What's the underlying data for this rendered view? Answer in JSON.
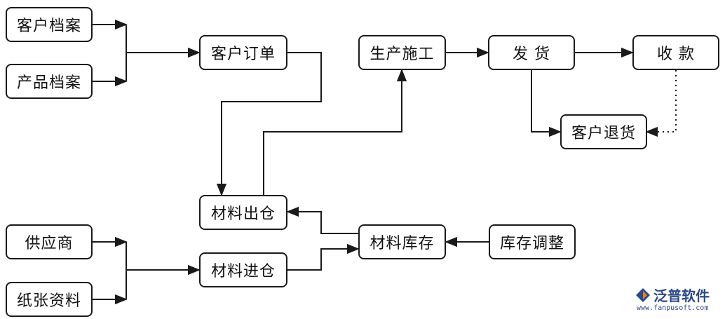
{
  "nodes": {
    "customer_file": "客户档案",
    "product_file": "产品档案",
    "customer_order": "客户订单",
    "production": "生产施工",
    "shipping": "发  货",
    "payment": "收  款",
    "customer_return": "客户退货",
    "material_out": "材料出仓",
    "supplier": "供应商",
    "paper_info": "纸张资料",
    "material_in": "材料进仓",
    "material_stock": "材料库存",
    "stock_adjust": "库存调整"
  },
  "logo": {
    "name": "泛普软件",
    "url": "www.fanpusoft.com"
  },
  "colors": {
    "line": "#1a1a1a",
    "logo_blue": "#2c4a87",
    "logo_orange": "#e8821e"
  }
}
